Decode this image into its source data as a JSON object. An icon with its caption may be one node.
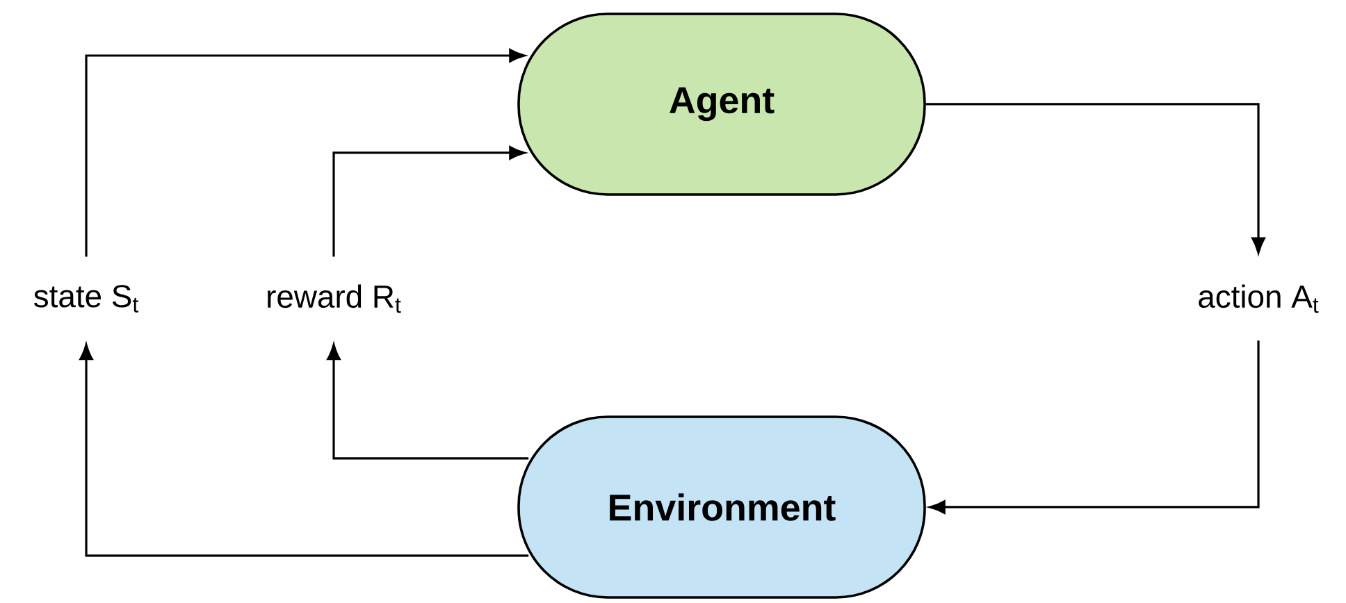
{
  "diagram": {
    "nodes": [
      {
        "text": [
          "Agent"
        ]
      },
      {
        "text": [
          "Environment"
        ]
      },
      {
        "text": [
          "state S$_{t}$"
        ]
      },
      {
        "text": [
          "reward R$_{t}$"
        ]
      },
      {
        "text": [
          "action A$_{t}$"
        ]
      }
    ],
    "edges": [
      {
        "from": 0,
        "to": 4,
        "arrow": "to"
      },
      {
        "from": 4,
        "to": 1,
        "arrow": "to"
      },
      {
        "from": 1,
        "to": 3,
        "arrow": "to"
      },
      {
        "from": 1,
        "to": 2,
        "arrow": "to"
      },
      {
        "from": 2,
        "to": 0,
        "arrow": "to"
      },
      {
        "from": 3,
        "to": 0,
        "arrow": "to"
      }
    ]
  }
}
